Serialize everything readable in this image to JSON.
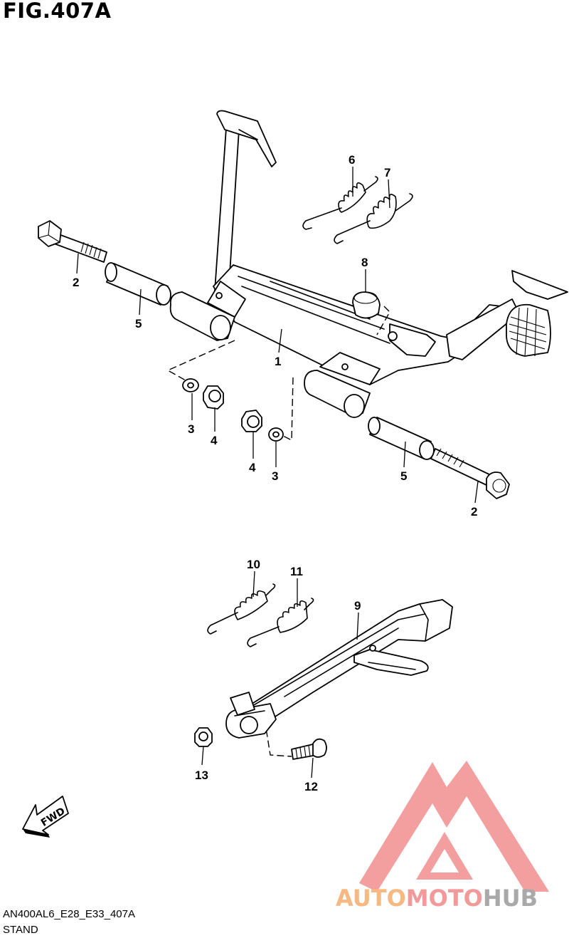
{
  "figure": {
    "title": "FIG.407A",
    "code": "AN400AL6_E28_E33_407A",
    "name": "STAND"
  },
  "callouts": {
    "c1": "1",
    "c2a": "2",
    "c2b": "2",
    "c3a": "3",
    "c3b": "3",
    "c4a": "4",
    "c4b": "4",
    "c5a": "5",
    "c5b": "5",
    "c6": "6",
    "c7": "7",
    "c8": "8",
    "c9": "9",
    "c10": "10",
    "c11": "11",
    "c12": "12",
    "c13": "13"
  },
  "fwd_arrow": {
    "label": "FWD"
  },
  "watermark": {
    "part_orange": "AUTO",
    "part_pink": "MOTO",
    "part_gray": "HUB",
    "color_orange": "#f7b882",
    "color_pink": "#f29a9a",
    "color_gray": "#a9a9a9",
    "logo_color": "#f29a9a"
  }
}
